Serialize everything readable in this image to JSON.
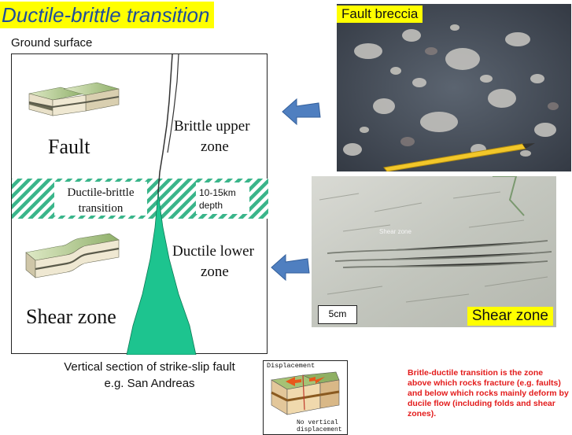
{
  "title": "Ductile-brittle transition",
  "ground_surface": "Ground surface",
  "diagram": {
    "upper_left_label": "Fault",
    "upper_right_label_line1": "Brittle upper",
    "upper_right_label_line2": "zone",
    "transition_label_line1": "Ductile-brittle",
    "transition_label_line2": "transition",
    "depth_label_line1": "10-15km",
    "depth_label_line2": "depth",
    "lower_right_label_line1": "Ductile lower",
    "lower_right_label_line2": "zone",
    "lower_left_label": "Shear zone"
  },
  "caption_line1": "Vertical section of strike-slip fault",
  "caption_line2": "e.g. San Andreas",
  "photos": {
    "top_label": "Fault breccia",
    "bottom_label": "Shear zone",
    "scale_label": "5cm",
    "inner_label": "Shear zone"
  },
  "small_diagram": {
    "top_label": "Displacement",
    "bottom_label_line1": "No vertical",
    "bottom_label_line2": "displacement"
  },
  "note": "Britle-ductile transition is the zone above which rocks fracture (e.g. faults) and below which rocks mainly deform by ducile flow (including folds and shear zones).",
  "colors": {
    "title_text": "#1f4e9a",
    "highlight": "#ffff00",
    "shear_green": "#1dc48f",
    "hatch": "#3ab58a",
    "arrow_blue": "#4f7fc0",
    "note_red": "#e31b1b"
  }
}
